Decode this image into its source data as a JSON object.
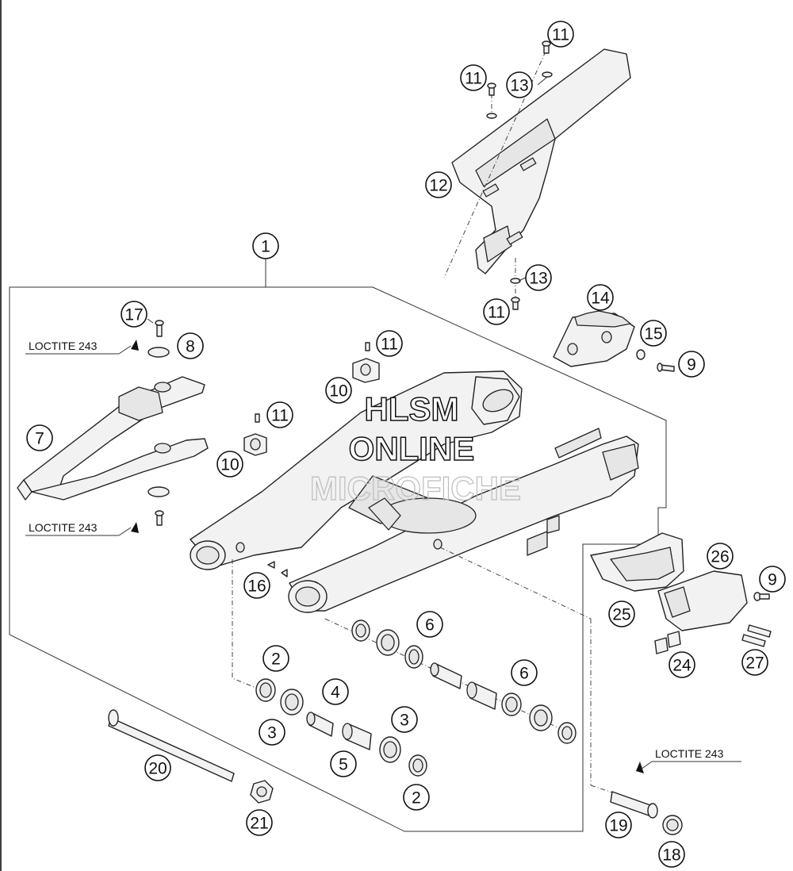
{
  "watermark": {
    "line1": "HLSM",
    "line2": "ONLINE",
    "line3": "MICROFICHE"
  },
  "loctite_labels": [
    "LOCTITE 243",
    "LOCTITE 243",
    "LOCTITE 243"
  ],
  "callouts": [
    "1",
    "2",
    "2",
    "3",
    "3",
    "4",
    "5",
    "6",
    "6",
    "7",
    "8",
    "9",
    "9",
    "10",
    "10",
    "11",
    "11",
    "11",
    "11",
    "11",
    "12",
    "13",
    "13",
    "14",
    "15",
    "16",
    "17",
    "18",
    "19",
    "20",
    "21",
    "24",
    "25",
    "26",
    "27"
  ]
}
